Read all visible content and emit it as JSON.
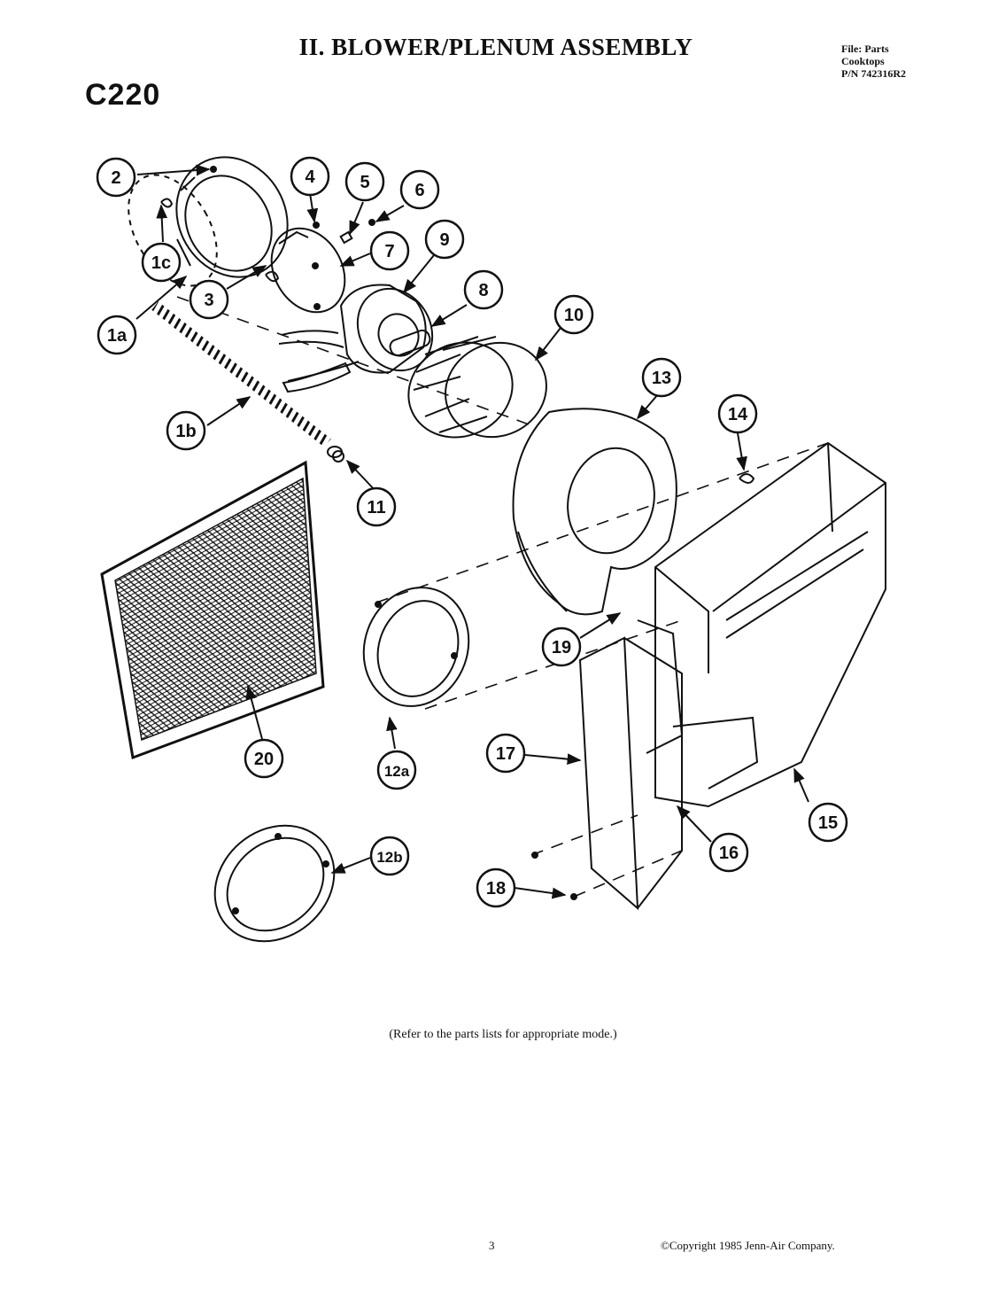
{
  "header": {
    "title": "II. BLOWER/PLENUM ASSEMBLY",
    "file_lines": [
      "File: Parts",
      "Cooktops",
      "P/N 742316R2"
    ],
    "model": "C220"
  },
  "callouts": [
    {
      "id": "c-2",
      "label": "2"
    },
    {
      "id": "c-1c",
      "label": "1c"
    },
    {
      "id": "c-3",
      "label": "3"
    },
    {
      "id": "c-1a",
      "label": "1a"
    },
    {
      "id": "c-4",
      "label": "4"
    },
    {
      "id": "c-5",
      "label": "5"
    },
    {
      "id": "c-6",
      "label": "6"
    },
    {
      "id": "c-7",
      "label": "7"
    },
    {
      "id": "c-9",
      "label": "9"
    },
    {
      "id": "c-8",
      "label": "8"
    },
    {
      "id": "c-10",
      "label": "10"
    },
    {
      "id": "c-1b",
      "label": "1b"
    },
    {
      "id": "c-11",
      "label": "11"
    },
    {
      "id": "c-13",
      "label": "13"
    },
    {
      "id": "c-14",
      "label": "14"
    },
    {
      "id": "c-19",
      "label": "19"
    },
    {
      "id": "c-20",
      "label": "20"
    },
    {
      "id": "c-12a",
      "label": "12a"
    },
    {
      "id": "c-17",
      "label": "17"
    },
    {
      "id": "c-15",
      "label": "15"
    },
    {
      "id": "c-16",
      "label": "16"
    },
    {
      "id": "c-12b",
      "label": "12b"
    },
    {
      "id": "c-18",
      "label": "18"
    }
  ],
  "footer": {
    "note": "(Refer to the parts lists for appropriate mode.)",
    "page_number": "3",
    "copyright": "©Copyright 1985 Jenn-Air Company."
  }
}
